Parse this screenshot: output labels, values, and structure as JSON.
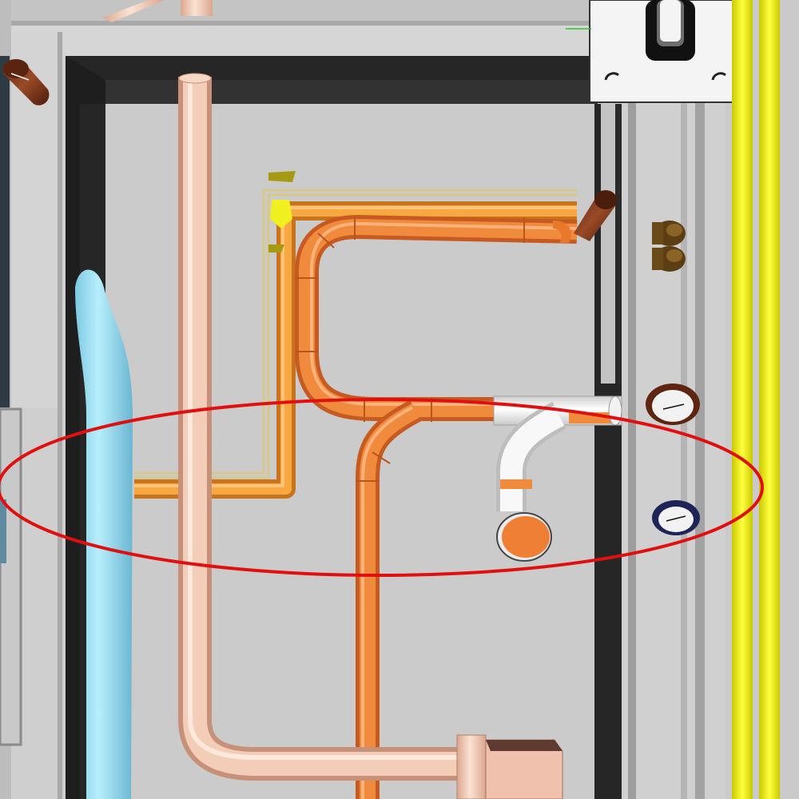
{
  "view": {
    "type": "3d-bim-pipe-layout",
    "background_color": "#cfcfcf",
    "annotation": {
      "shape": "ellipse",
      "color": "#e01010"
    }
  },
  "pipes": [
    {
      "name": "pipe-salmon",
      "color": "#f3cdb8"
    },
    {
      "name": "pipe-light-blue",
      "color": "#a6e6f8"
    },
    {
      "name": "pipe-orange",
      "color": "#f08a3c"
    },
    {
      "name": "pipe-orange-light",
      "color": "#f5a03c"
    },
    {
      "name": "pipe-yellow",
      "color": "#f2f200"
    },
    {
      "name": "pipe-brown",
      "color": "#7a3a1e"
    },
    {
      "name": "pipe-white",
      "color": "#f2f2f2"
    },
    {
      "name": "pipe-navy",
      "color": "#1e2556"
    }
  ],
  "fixtures": [
    {
      "name": "hatch-plate",
      "color": "#f4f4f4"
    },
    {
      "name": "valve-pair",
      "color": "#6b4a1a"
    }
  ]
}
